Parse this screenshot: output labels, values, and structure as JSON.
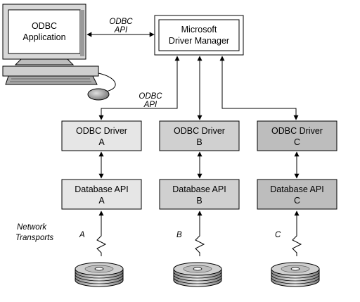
{
  "application": {
    "label_line1": "ODBC",
    "label_line2": "Application"
  },
  "app_to_manager_link": {
    "label_line1": "ODBC",
    "label_line2": "API"
  },
  "driver_manager": {
    "label_line1": "Microsoft",
    "label_line2": "Driver Manager"
  },
  "manager_to_driver_a_link": {
    "label_line1": "ODBC",
    "label_line2": "API"
  },
  "drivers": [
    {
      "line1": "ODBC Driver",
      "line2": "A",
      "fill": "#e6e6e6"
    },
    {
      "line1": "ODBC Driver",
      "line2": "B",
      "fill": "#d0d0d0"
    },
    {
      "line1": "ODBC Driver",
      "line2": "C",
      "fill": "#bdbdbd"
    }
  ],
  "database_apis": [
    {
      "line1": "Database API",
      "line2": "A",
      "fill": "#e6e6e6"
    },
    {
      "line1": "Database API",
      "line2": "B",
      "fill": "#d0d0d0"
    },
    {
      "line1": "Database API",
      "line2": "C",
      "fill": "#bdbdbd"
    }
  ],
  "network": {
    "label_line1": "Network",
    "label_line2": "Transports",
    "transport_labels": [
      "A",
      "B",
      "C"
    ]
  },
  "databases": [
    {
      "name": "database-a-icon"
    },
    {
      "name": "database-b-icon"
    },
    {
      "name": "database-c-icon"
    }
  ]
}
